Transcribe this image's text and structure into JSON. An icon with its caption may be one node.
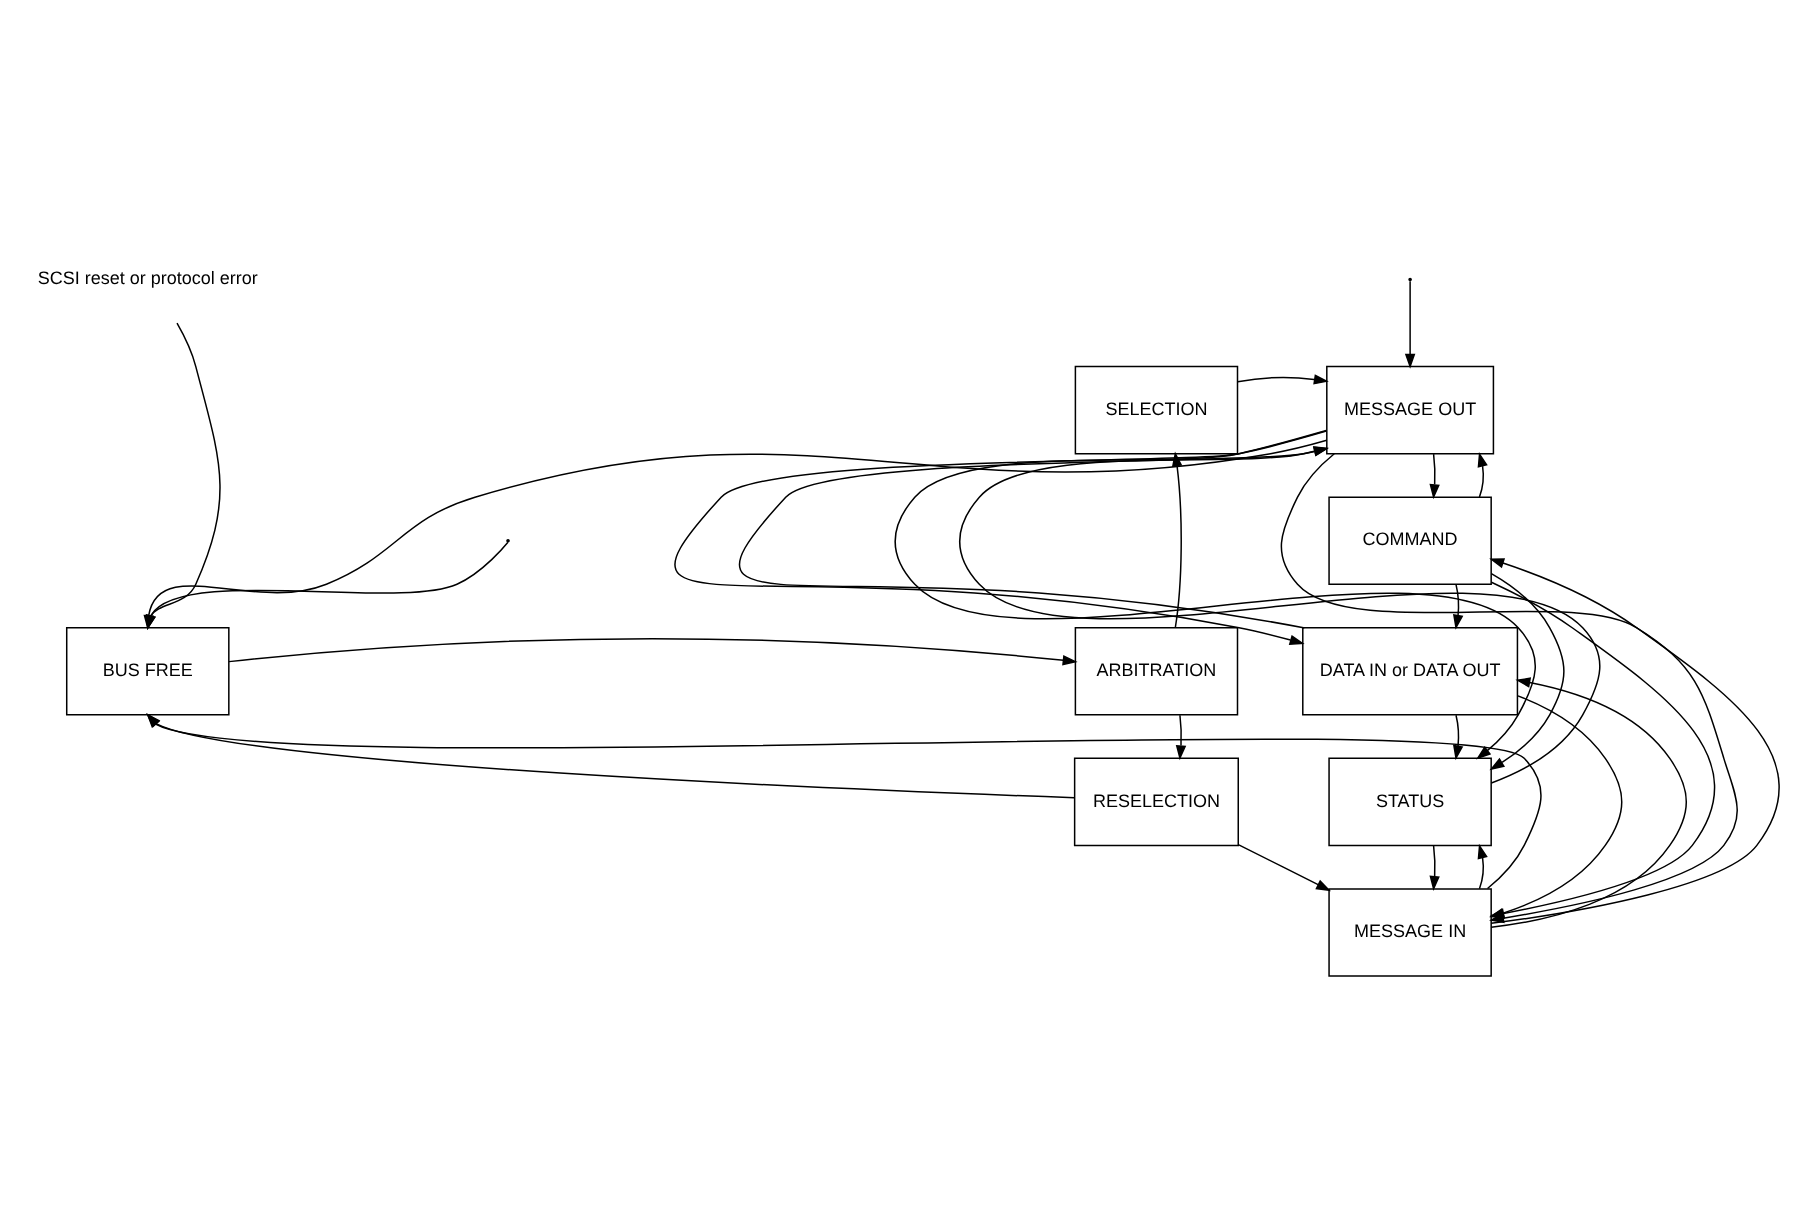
{
  "diagram": {
    "nodes": [
      {
        "text": [
          "SCSI reset or protocol error"
        ]
      },
      {
        "text": [
          "BUS FREE"
        ]
      },
      {
        "text": [
          "SELECTION"
        ]
      },
      {
        "text": [
          "ARBITRATION"
        ]
      },
      {
        "text": [
          "RESELECTION"
        ]
      },
      {
        "text": [
          "MESSAGE OUT"
        ]
      },
      {
        "text": [
          "COMMAND"
        ]
      },
      {
        "text": [
          "DATA IN or DATA OUT"
        ]
      },
      {
        "text": [
          "STATUS"
        ]
      },
      {
        "text": [
          "MESSAGE IN"
        ]
      }
    ],
    "edges": [
      {
        "from": 0,
        "to": 1,
        "arrow": "to"
      },
      {
        "from": 5,
        "to": 1,
        "arrow": "to"
      },
      {
        "from": null,
        "to": 1,
        "arrow": "to"
      },
      {
        "from": 1,
        "to": 3,
        "arrow": "to"
      },
      {
        "from": 3,
        "to": 2,
        "arrow": "to"
      },
      {
        "from": 3,
        "to": 4,
        "arrow": "to"
      },
      {
        "from": 2,
        "to": 5,
        "arrow": "to"
      },
      {
        "from": 4,
        "to": 1,
        "arrow": "to"
      },
      {
        "from": 9,
        "to": 1,
        "arrow": "to"
      },
      {
        "from": 4,
        "to": 9,
        "arrow": "to"
      },
      {
        "from": 5,
        "to": 6,
        "arrow": "to"
      },
      {
        "from": 6,
        "to": 5,
        "arrow": "to"
      },
      {
        "from": 6,
        "to": 7,
        "arrow": "to"
      },
      {
        "from": 7,
        "to": 8,
        "arrow": "to"
      },
      {
        "from": 8,
        "to": 9,
        "arrow": "to"
      },
      {
        "from": 9,
        "to": 8,
        "arrow": "to"
      },
      {
        "from": null,
        "to": 5,
        "arrow": "to"
      },
      {
        "from": 8,
        "to": 5,
        "arrow": "to"
      },
      {
        "from": 7,
        "to": 5,
        "arrow": "to"
      },
      {
        "from": 9,
        "to": 6,
        "arrow": "to"
      },
      {
        "from": 9,
        "to": 7,
        "arrow": "to"
      },
      {
        "from": 5,
        "to": 7,
        "arrow": "to"
      },
      {
        "from": 5,
        "to": 8,
        "arrow": "to"
      },
      {
        "from": 5,
        "to": 9,
        "arrow": "to"
      },
      {
        "from": 6,
        "to": 8,
        "arrow": "to"
      },
      {
        "from": 6,
        "to": 9,
        "arrow": "to"
      },
      {
        "from": 7,
        "to": 9,
        "arrow": "to"
      }
    ]
  }
}
